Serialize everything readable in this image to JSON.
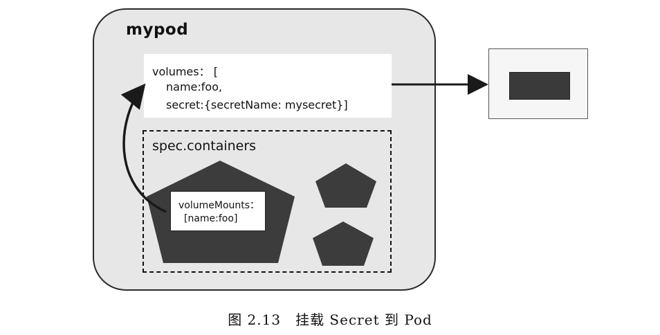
{
  "pod": {
    "title": "mypod"
  },
  "volumes": {
    "line1": "volumes： [",
    "line2": "name:foo,",
    "line3": "secret:{secretName: mysecret}]"
  },
  "containers": {
    "title": "spec.containers"
  },
  "mounts": {
    "line1": "volumeMounts：",
    "line2": "[name:foo]"
  },
  "caption": "图 2.13　挂载 Secret 到 Pod",
  "colors": {
    "container_fill": "#3c3c3c",
    "pod_fill": "#e7e7e7"
  }
}
